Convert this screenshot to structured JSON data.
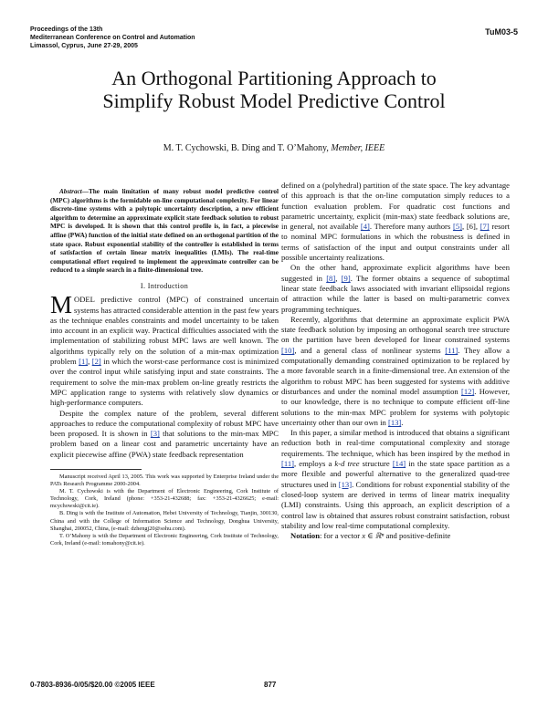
{
  "header": {
    "line1": "Proceedings of the 13th",
    "line2": "Mediterranean Conference on Control and Automation",
    "line3": "Limassol, Cyprus, June 27-29, 2005",
    "session": "TuM03-5"
  },
  "title": {
    "line1": "An Orthogonal Partitioning Approach to",
    "line2": "Simplify Robust Model Predictive Control"
  },
  "authors": {
    "names": "M. T. Cychowski, B. Ding and T. O’Mahony, ",
    "membership": "Member, IEEE"
  },
  "abstract": {
    "label": "Abstract",
    "text": "—The main limitation of many robust model predictive control (MPC) algorithms is the formidable on-line computational complexity. For linear discrete-time systems with a polytopic uncertainty description, a new efficient algorithm to determine an approximate explicit state feedback solution to robust MPC is developed. It is shown that this control profile is, in fact, a piecewise affine (PWA) function of the initial state defined on an orthogonal partition of the state space. Robust exponential stability of the controller is established in terms of satisfaction of certain linear matrix inequalities (LMIs). The real-time computational effort required to implement the approximate controller can be reduced to a simple search in a finite-dimensional tree."
  },
  "intro": {
    "heading": "I. Introduction",
    "dropcap": "M",
    "p1_a": "ODEL predictive control (MPC) of constrained uncertain systems has attracted considerable attention in the past few years as the technique enables constraints and model uncertainty to be taken into account in an explicit way. Practical difficulties associated with the implementation of stabilizing robust MPC laws are well known. The algorithms typically rely on the solution of a min-max optimization problem ",
    "p1_ref1": "[1]",
    "p1_b": ", ",
    "p1_ref2": "[2]",
    "p1_c": " in which the worst-case performance cost is minimized over the control input while satisfying input and state constraints. The requirement to solve the min-max problem on-line greatly restricts the MPC application range to systems with relatively slow dynamics or high-performance computers.",
    "p2_a": "Despite the complex nature of the problem, several different approaches to reduce the computational complexity of robust MPC have been proposed. It is shown in ",
    "p2_ref1": "[3]",
    "p2_b": " that solutions to the min-max MPC problem based on a linear cost and parametric uncertainty have an explicit piecewise affine (PWA) state feedback representation"
  },
  "footnotes": {
    "f1": "Manuscript received April 13, 2005. This work was supported by Enterprise Ireland under the PATs Research Programme 2000-2004.",
    "f2": "M. T. Cychowski is with the Department of Electronic Engineering, Cork Institute of Technology, Cork, Ireland (phone: +353-21-432688; fax: +353-21-4326625; e-mail: mcychowski@cit.ie).",
    "f3": "B. Ding is with the Institute of Automation, Hebei University of Technology, Tianjin, 300130, China and with the College of Information Science and Technology, Donghua University, Shanghai, 200052, China, (e-mail: dzhengj20@sohu.com).",
    "f4": "T. O’Mahony is with the Department of Electronic Engineering, Cork Institute of Technology, Cork, Ireland (e-mail: tomahony@cit.ie)."
  },
  "right": {
    "p1_a": "defined on a (polyhedral) partition of the state space. The key advantage of this approach is that the on-line computation simply reduces to a function evaluation problem. For quadratic cost functions and parametric uncertainty, explicit (min-max) state feedback solutions are, in general, not available ",
    "p1_ref1": "[4]",
    "p1_b": ". Therefore many authors ",
    "p1_ref2": "[5]",
    "p1_c": ", [6], ",
    "p1_ref3": "[7]",
    "p1_d": " resort to nominal MPC formulations in which the robustness is defined in terms of satisfaction of the input and output constraints under all possible uncertainty realizations.",
    "p2_a": "On the other hand, approximate explicit algorithms have been suggested in ",
    "p2_ref1": "[8]",
    "p2_b": ", ",
    "p2_ref2": "[9]",
    "p2_c": ". The former obtains a sequence of suboptimal linear state feedback laws associated with invariant ellipsoidal regions of attraction while the latter is based on multi-parametric convex programming techniques.",
    "p3_a": "Recently, algorithms that determine an approximate explicit PWA state feedback solution by imposing an orthogonal search tree structure on the partition have been developed for linear constrained systems ",
    "p3_ref1": "[10]",
    "p3_b": ", and a general class of nonlinear systems ",
    "p3_ref2": "[11]",
    "p3_c": ". They allow a computationally demanding constrained optimization to be replaced by a more favorable search in a finite-dimensional tree. An extension of the algorithm to robust MPC has been suggested for systems with additive disturbances and under the nominal model assumption ",
    "p3_ref3": "[12]",
    "p3_d": ". However, to our knowledge, there is no technique to compute efficient off-line solutions to the min-max MPC problem for systems with polytopic uncertainty other than our own in ",
    "p3_ref4": "[13]",
    "p3_e": ".",
    "p4_a": "In this paper, a similar method is introduced that obtains a significant reduction both in real-time computational complexity and storage requirements. The technique, which has been inspired by the method in ",
    "p4_ref1": "[11]",
    "p4_b": ", employs a ",
    "p4_kd": "k-d tree",
    "p4_c": " structure ",
    "p4_ref2": "[14]",
    "p4_d": " in the state space partition as a more flexible and powerful alternative to the generalized quad-tree structures used in ",
    "p4_ref3": "[13]",
    "p4_e": ". Conditions for robust exponential stability of the closed-loop system are derived in terms of linear matrix inequality (LMI) constraints. Using this approach, an explicit description of a control law is obtained that assures robust constraint satisfaction, robust stability and low real-time computational complexity.",
    "p5_label": "Notation",
    "p5_a": ": for a vector ",
    "p5_math": "x ∈ ℝⁿ",
    "p5_b": " and positive-definite"
  },
  "footer": {
    "isbn": "0-7803-8936-0/05/$20.00 ©2005 IEEE",
    "page": "877"
  }
}
